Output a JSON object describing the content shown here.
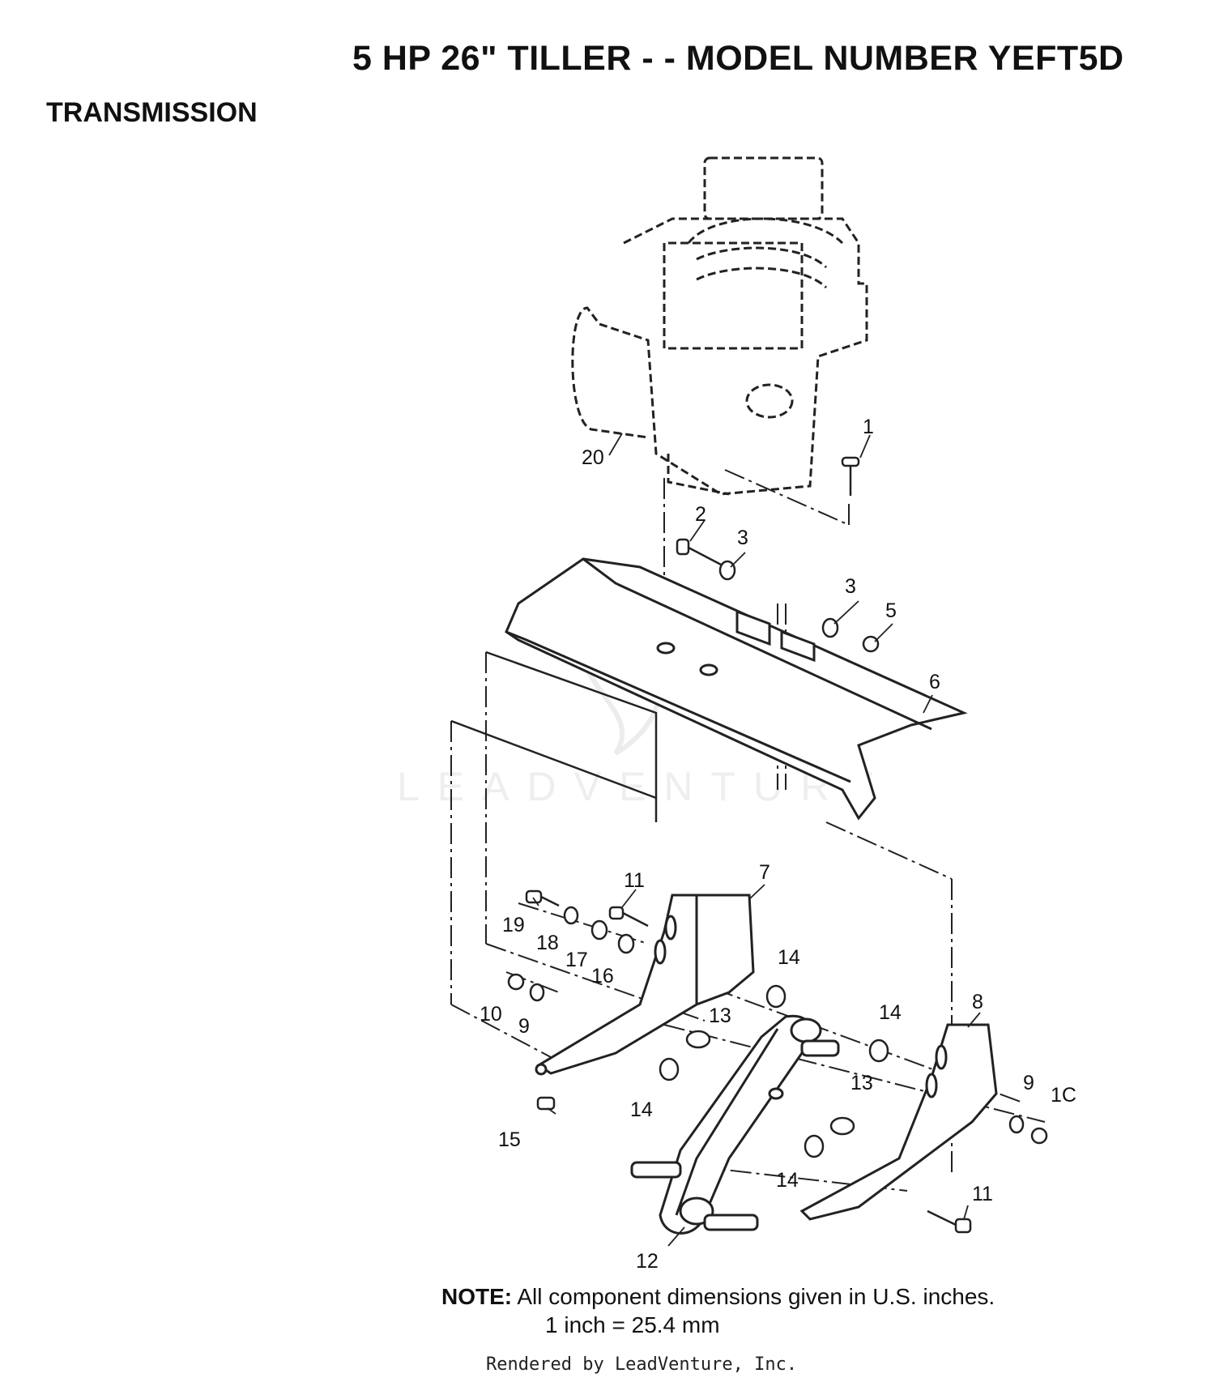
{
  "header": {
    "title": "5 HP 26\" TILLER - - MODEL NUMBER YEFT5D",
    "section": "TRANSMISSION"
  },
  "watermark": "LEADVENTURE",
  "callouts": {
    "c1": "1",
    "c2": "2",
    "c3a": "3",
    "c3b": "3",
    "c5": "5",
    "c6": "6",
    "c7": "7",
    "c8": "8",
    "c9a": "9",
    "c9b": "9",
    "c10a": "10",
    "c10b": "1C",
    "c11a": "11",
    "c11b": "11",
    "c12": "12",
    "c13a": "13",
    "c13b": "13",
    "c14a": "14",
    "c14b": "14",
    "c14c": "14",
    "c14d": "14",
    "c15": "15",
    "c16": "16",
    "c17": "17",
    "c18": "18",
    "c19": "19",
    "c20": "20"
  },
  "note": {
    "label": "NOTE:",
    "line1": "All component dimensions given in U.S. inches.",
    "line2": "1 inch = 25.4 mm"
  },
  "footer": {
    "credit": "Rendered by LeadVenture, Inc."
  }
}
